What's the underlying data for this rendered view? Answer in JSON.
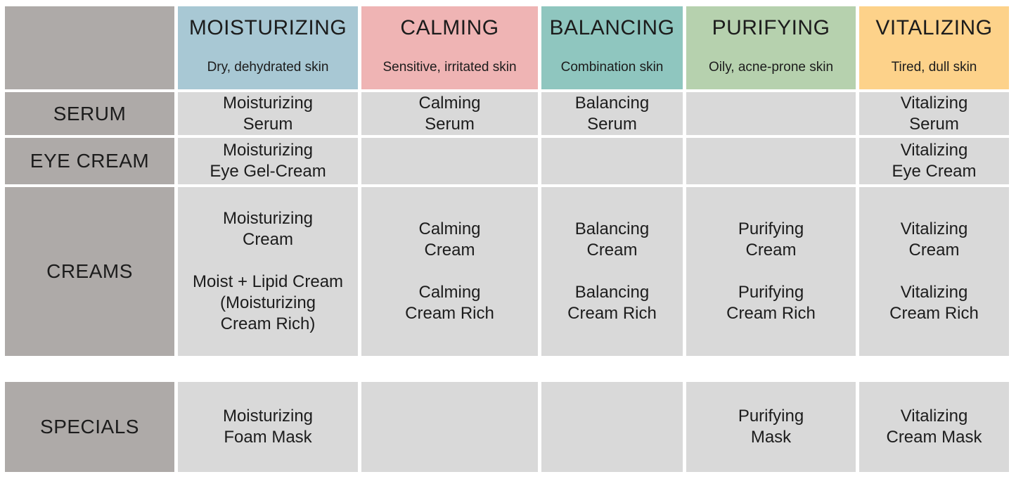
{
  "columns": [
    {
      "title": "MOISTURIZING",
      "subtitle": "Dry, dehydrated skin",
      "color": "#a8c8d4"
    },
    {
      "title": "CALMING",
      "subtitle": "Sensitive, irritated skin",
      "color": "#efb4b4"
    },
    {
      "title": "BALANCING",
      "subtitle": "Combination skin",
      "color": "#8fc6bf"
    },
    {
      "title": "PURIFYING",
      "subtitle": "Oily, acne-prone skin",
      "color": "#b6d1ae"
    },
    {
      "title": "VITALIZING",
      "subtitle": "Tired, dull skin",
      "color": "#fdd28a"
    }
  ],
  "rows": [
    {
      "label": "SERUM",
      "cells": [
        [
          "Moisturizing",
          "Serum"
        ],
        [
          "Calming",
          "Serum"
        ],
        [
          "Balancing",
          "Serum"
        ],
        [],
        [
          "Vitalizing",
          "Serum"
        ]
      ]
    },
    {
      "label": "EYE CREAM",
      "cells": [
        [
          "Moisturizing",
          "Eye Gel-Cream"
        ],
        [],
        [],
        [],
        [
          "Vitalizing",
          "Eye Cream"
        ]
      ]
    },
    {
      "label": "CREAMS",
      "cells": [
        [
          "Moisturizing",
          "Cream",
          "",
          "Moist + Lipid Cream",
          "(Moisturizing",
          "Cream Rich)"
        ],
        [
          "Calming",
          "Cream",
          "",
          "Calming",
          "Cream Rich"
        ],
        [
          "Balancing",
          "Cream",
          "",
          "Balancing",
          "Cream Rich"
        ],
        [
          "Purifying",
          "Cream",
          "",
          "Purifying",
          "Cream Rich"
        ],
        [
          "Vitalizing",
          "Cream",
          "",
          "Vitalizing",
          "Cream Rich"
        ]
      ]
    },
    {
      "label": "SPECIALS",
      "cells": [
        [
          "Moisturizing",
          "Foam Mask"
        ],
        [],
        [],
        [
          "Purifying",
          "Mask"
        ],
        [
          "Vitalizing",
          "Cream Mask"
        ]
      ]
    }
  ]
}
